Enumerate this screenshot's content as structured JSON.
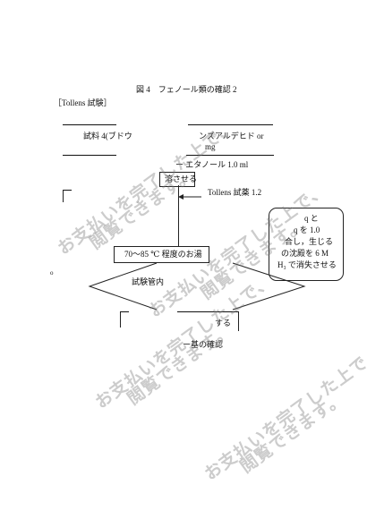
{
  "figure": {
    "caption": "図 4　フェノール類の確認 2"
  },
  "section": {
    "label": "［Tollens 試験］"
  },
  "steps": {
    "sample": "試料 4(ブドウ",
    "sample_tail": "ンズアルデヒド or",
    "sample_mass": "mg",
    "ethanol": "ー エタノール  1.0 ml",
    "dissolve": "溶させる",
    "reagent": "Tollens 試薬  1.2",
    "side_note": [
      "q と",
      "q を 1.0",
      "合し，生じる",
      "の沈殿を 6 M",
      "H₃ で消失させる"
    ],
    "heat": "70～85 ℃ 程度のお湯",
    "inner_small": "o",
    "inner": "試験管内",
    "confirm": "する",
    "result": "ー基の確認"
  },
  "watermark": {
    "line1": "お支払いを完了した上で、",
    "line2": "閲覧できます。"
  }
}
